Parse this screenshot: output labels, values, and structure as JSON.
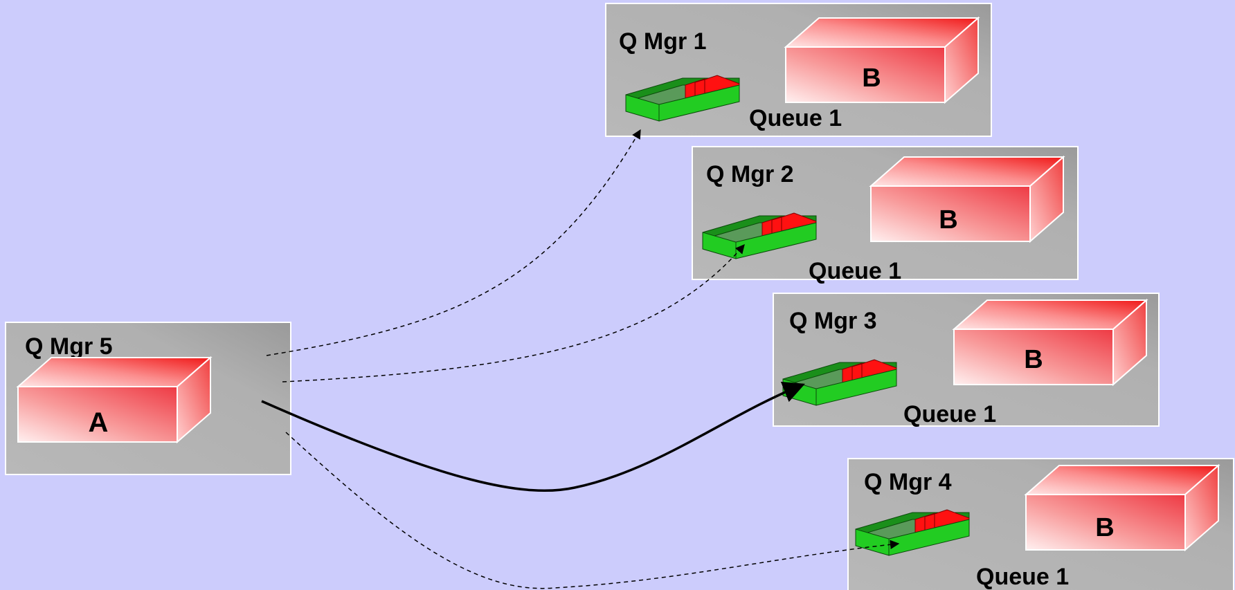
{
  "managers": [
    {
      "name": "Q Mgr 1",
      "app": "B",
      "queue": "Queue 1"
    },
    {
      "name": "Q Mgr 2",
      "app": "B",
      "queue": "Queue 1"
    },
    {
      "name": "Q Mgr 3",
      "app": "B",
      "queue": "Queue 1"
    },
    {
      "name": "Q Mgr 4",
      "app": "B",
      "queue": "Queue 1"
    }
  ],
  "sender": {
    "name": "Q Mgr 5",
    "app": "A"
  },
  "colors": {
    "background": "#ccccfc",
    "panel": "#b4b4b4",
    "app_box": "#f0505a",
    "queue_tray": "#22cc22",
    "queue_messages": "#ff1111"
  }
}
